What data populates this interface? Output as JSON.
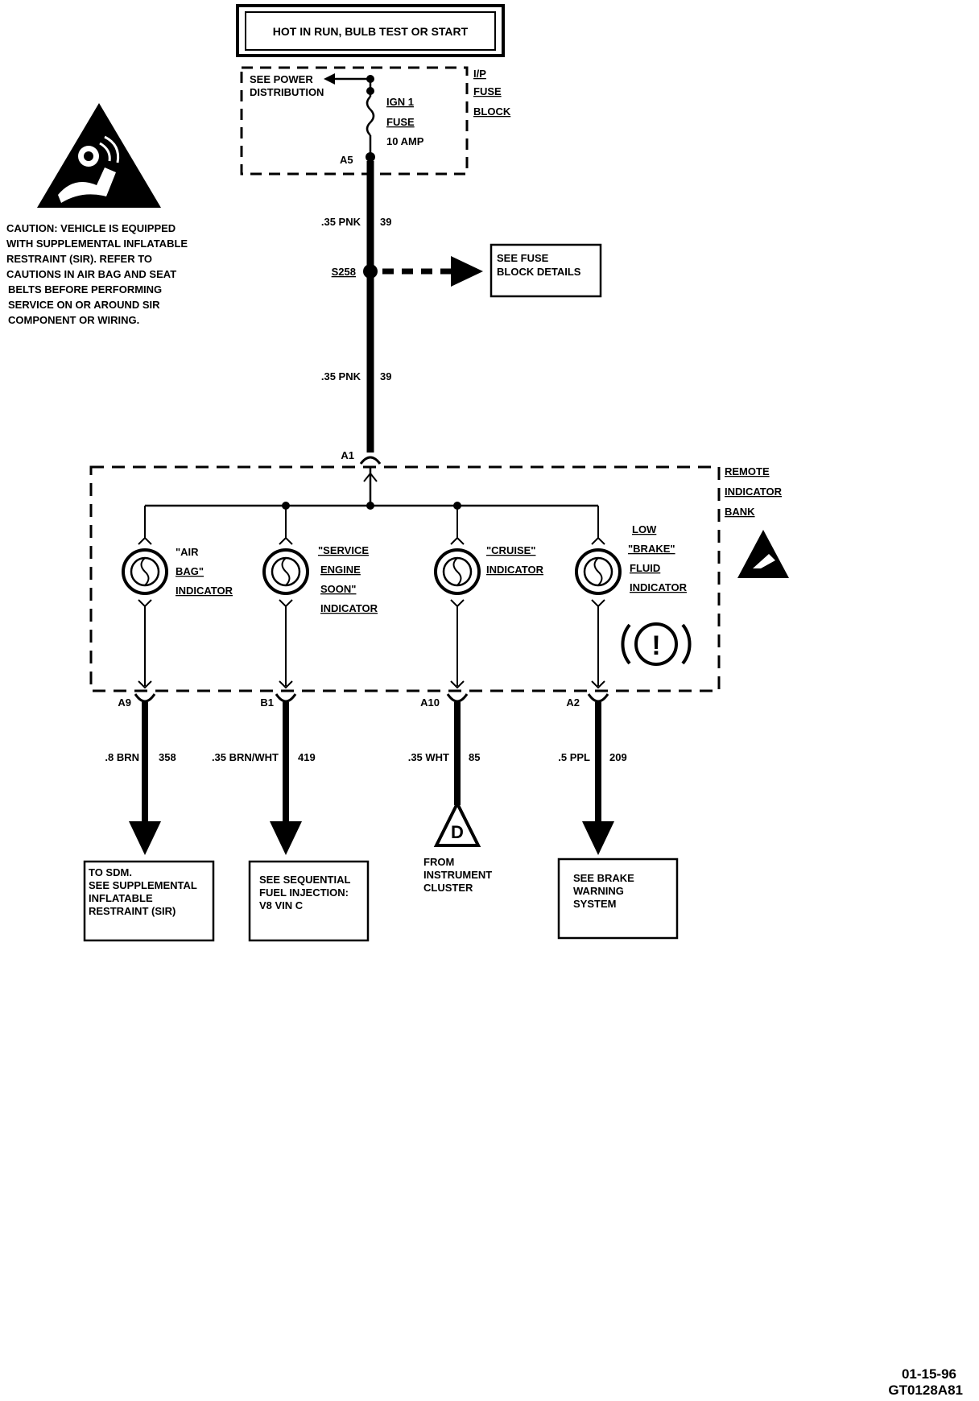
{
  "power_header": "HOT IN RUN, BULB TEST OR START",
  "fuse_block": {
    "see_power": [
      "SEE POWER",
      "DISTRIBUTION"
    ],
    "fuse_name": [
      "IGN 1",
      "FUSE",
      "10 AMP"
    ],
    "terminal": "A5",
    "block_name": [
      "I/P",
      "FUSE",
      "BLOCK"
    ]
  },
  "wire_top": {
    "gauge": ".35 PNK",
    "circuit": "39"
  },
  "splice": {
    "id": "S258",
    "ref": [
      "SEE FUSE",
      "BLOCK DETAILS"
    ]
  },
  "wire_mid": {
    "gauge": ".35 PNK",
    "circuit": "39"
  },
  "bank_input": "A1",
  "bank_name": [
    "REMOTE",
    "INDICATOR",
    "BANK"
  ],
  "caution_text": [
    "CAUTION: VEHICLE IS EQUIPPED",
    "WITH SUPPLEMENTAL INFLATABLE",
    "RESTRAINT (SIR). REFER TO",
    "CAUTIONS IN AIR BAG AND SEAT",
    "BELTS BEFORE PERFORMING",
    "SERVICE ON OR AROUND SIR",
    "COMPONENT OR WIRING."
  ],
  "indicators": [
    {
      "label": [
        "\"AIR",
        "BAG\"",
        "INDICATOR"
      ],
      "terminal": "A9",
      "gauge": ".8 BRN",
      "circuit": "358",
      "dest": [
        "TO SDM.",
        "SEE SUPPLEMENTAL",
        "INFLATABLE",
        "RESTRAINT (SIR)"
      ]
    },
    {
      "label": [
        "\"SERVICE",
        "ENGINE",
        "SOON\"",
        "INDICATOR"
      ],
      "terminal": "B1",
      "gauge": ".35 BRN/WHT",
      "circuit": "419",
      "dest": [
        "SEE SEQUENTIAL",
        "FUEL INJECTION:",
        "V8 VIN C"
      ]
    },
    {
      "label": [
        "\"CRUISE\"",
        "INDICATOR"
      ],
      "terminal": "A10",
      "gauge": ".35 WHT",
      "circuit": "85",
      "dest": [
        "FROM",
        "INSTRUMENT",
        "CLUSTER"
      ],
      "connector_letter": "D"
    },
    {
      "label": [
        "LOW",
        "\"BRAKE\"",
        "FLUID",
        "INDICATOR"
      ],
      "terminal": "A2",
      "gauge": ".5 PPL",
      "circuit": "209",
      "dest": [
        "SEE BRAKE",
        "WARNING",
        "SYSTEM"
      ]
    }
  ],
  "brake_symbol": "!",
  "stamp": [
    "01-15-96",
    "GT0128A81"
  ]
}
